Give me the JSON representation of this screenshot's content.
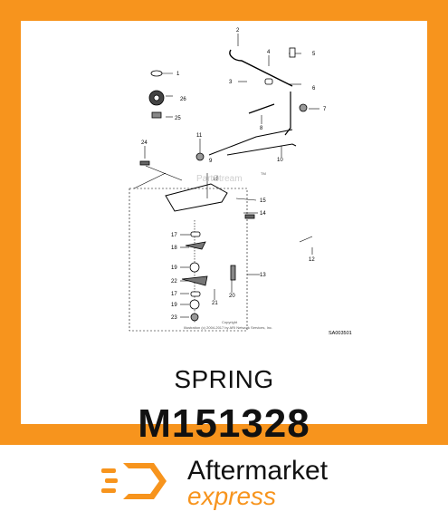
{
  "product": {
    "name": "SPRING",
    "number": "M151328"
  },
  "diagram": {
    "watermark": "PartStream",
    "trademark": "TM",
    "figure_code": "SA003501",
    "copyright_line1": "Copyright",
    "copyright_line2": "Illustration (c) 2004-2017 by ARI Network Services, Inc.",
    "callouts": [
      "1",
      "2",
      "3",
      "4",
      "5",
      "6",
      "7",
      "8",
      "9",
      "10",
      "11",
      "12",
      "13",
      "14",
      "15",
      "16",
      "17",
      "18",
      "19",
      "20",
      "21",
      "22",
      "23",
      "24",
      "25",
      "26"
    ]
  },
  "brand": {
    "line1": "Aftermarket",
    "line2": "express",
    "accent": "#f7941d"
  }
}
